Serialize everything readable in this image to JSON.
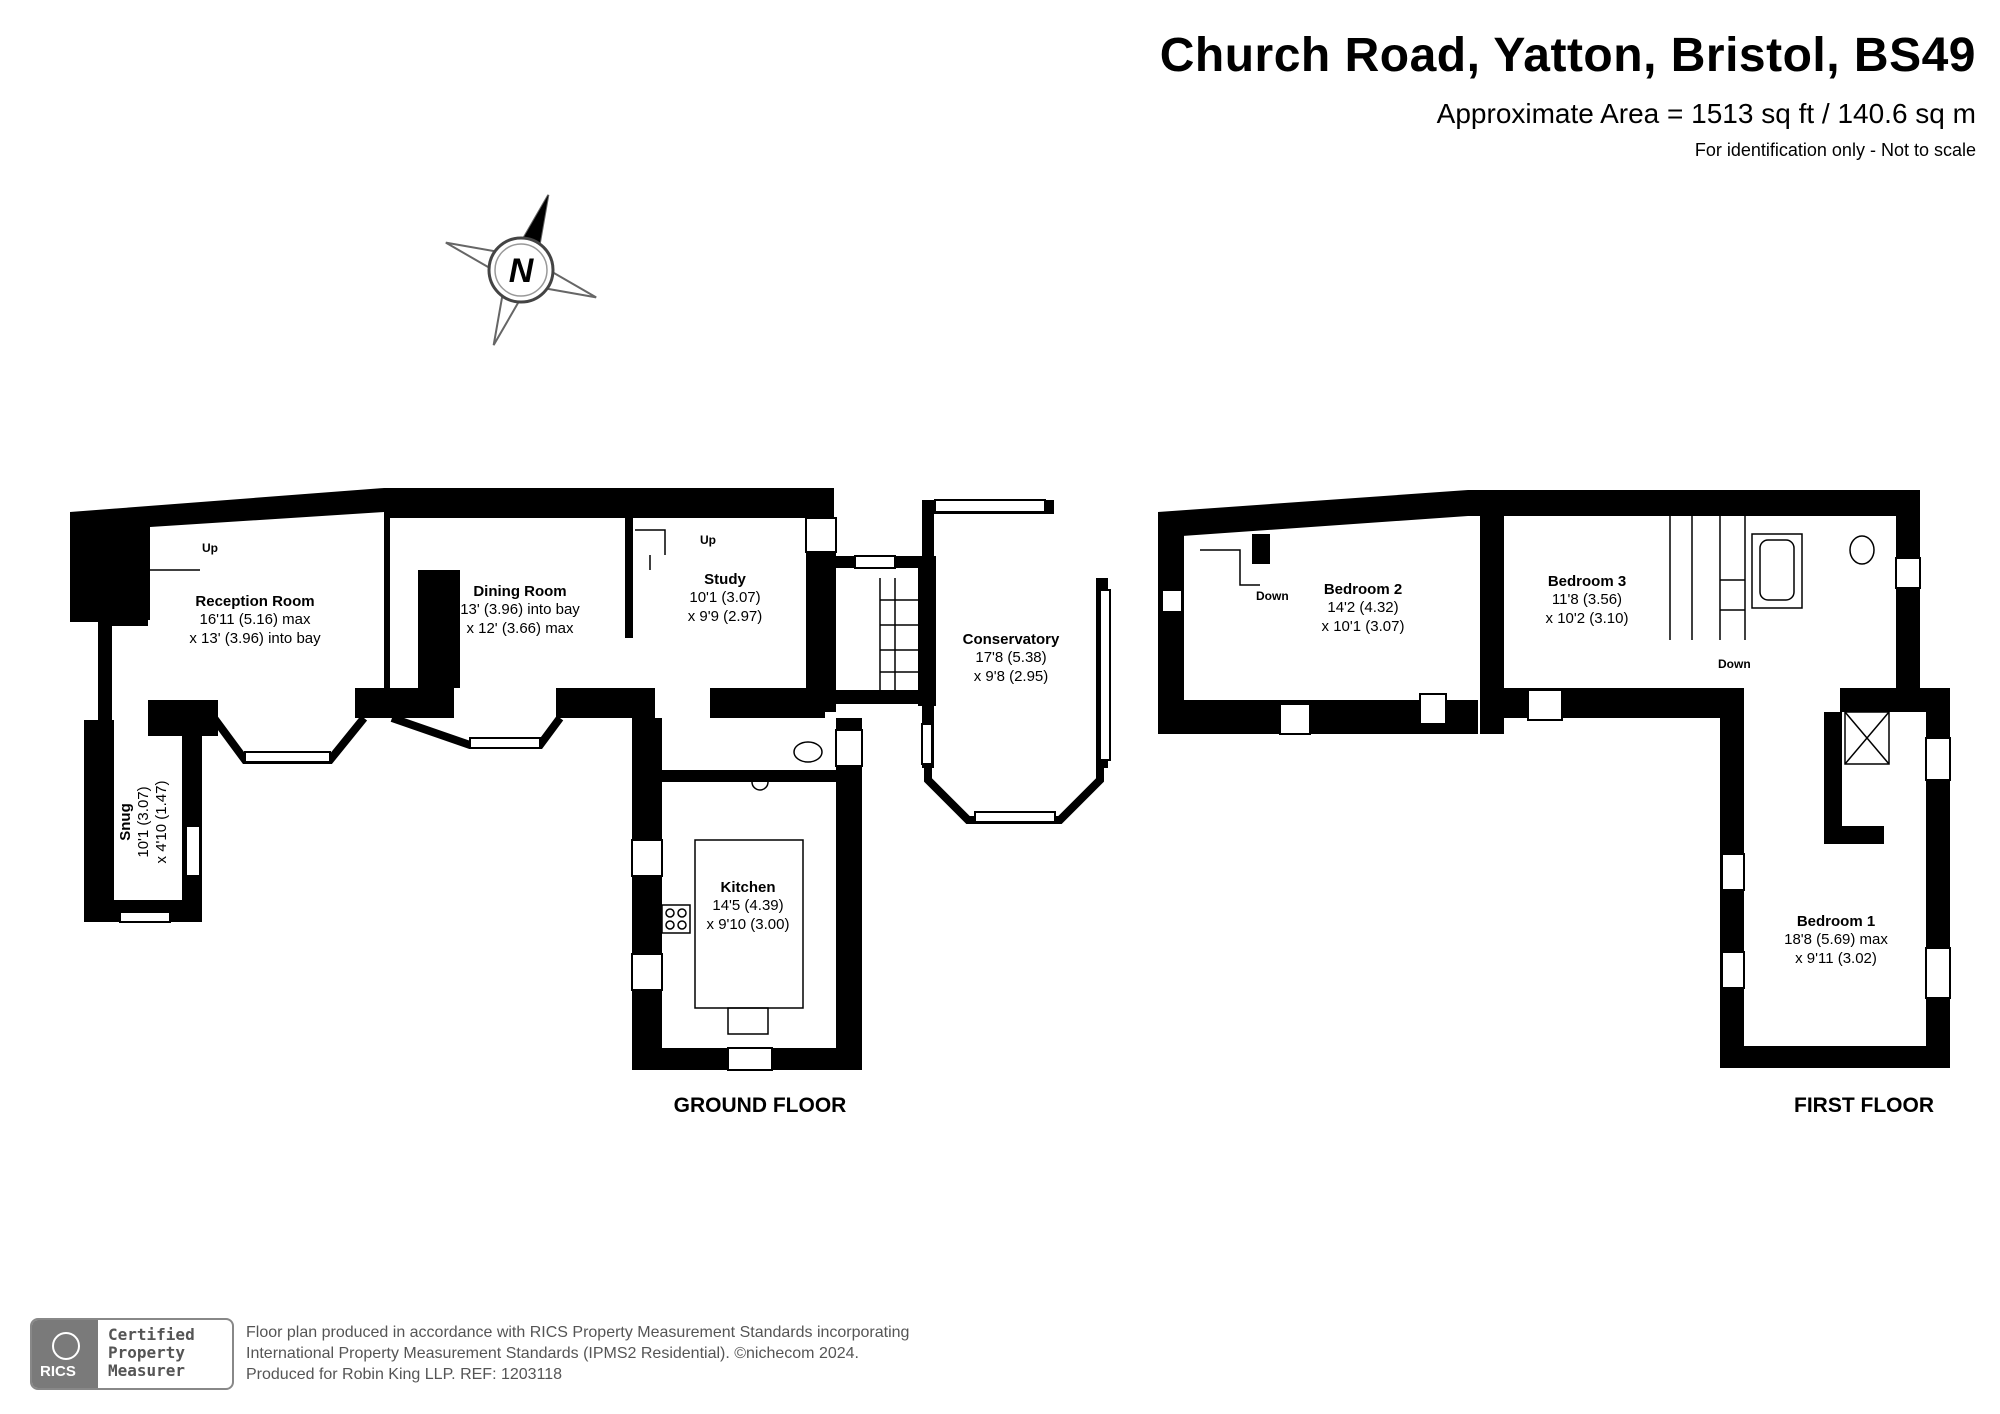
{
  "header": {
    "title": "Church Road, Yatton, Bristol, BS49",
    "area": "Approximate Area = 1513 sq ft / 140.6 sq m",
    "note": "For identification only - Not to scale"
  },
  "compass": {
    "letter": "N"
  },
  "ground_floor": {
    "label": "GROUND FLOOR",
    "rooms": {
      "reception": {
        "name": "Reception Room",
        "dim1": "16'11 (5.16) max",
        "dim2": "x 13' (3.96) into bay"
      },
      "dining": {
        "name": "Dining Room",
        "dim1": "13' (3.96) into bay",
        "dim2": "x 12' (3.66) max"
      },
      "study": {
        "name": "Study",
        "dim1": "10'1 (3.07)",
        "dim2": "x 9'9 (2.97)"
      },
      "conservatory": {
        "name": "Conservatory",
        "dim1": "17'8 (5.38)",
        "dim2": "x 9'8 (2.95)"
      },
      "kitchen": {
        "name": "Kitchen",
        "dim1": "14'5 (4.39)",
        "dim2": "x 9'10 (3.00)"
      },
      "snug": {
        "name": "Snug",
        "dim1": "10'1 (3.07)",
        "dim2": "x 4'10 (1.47)"
      }
    },
    "stairs": {
      "up1": "Up",
      "up2": "Up"
    }
  },
  "first_floor": {
    "label": "FIRST FLOOR",
    "rooms": {
      "bed2": {
        "name": "Bedroom 2",
        "dim1": "14'2 (4.32)",
        "dim2": "x 10'1 (3.07)"
      },
      "bed3": {
        "name": "Bedroom 3",
        "dim1": "11'8 (3.56)",
        "dim2": "x 10'2 (3.10)"
      },
      "bed1": {
        "name": "Bedroom 1",
        "dim1": "18'8 (5.69) max",
        "dim2": "x 9'11 (3.02)"
      }
    },
    "stairs": {
      "down1": "Down",
      "down2": "Down"
    }
  },
  "footer": {
    "line1": "Floor plan produced in accordance with RICS Property Measurement Standards incorporating",
    "line2": "International Property Measurement Standards (IPMS2 Residential).   ©nichecom 2024.",
    "line3": "Produced for Robin King LLP.   REF:  1203118"
  },
  "badge": {
    "logo": "RICS",
    "line1": "Certified",
    "line2": "Property",
    "line3": "Measurer"
  }
}
